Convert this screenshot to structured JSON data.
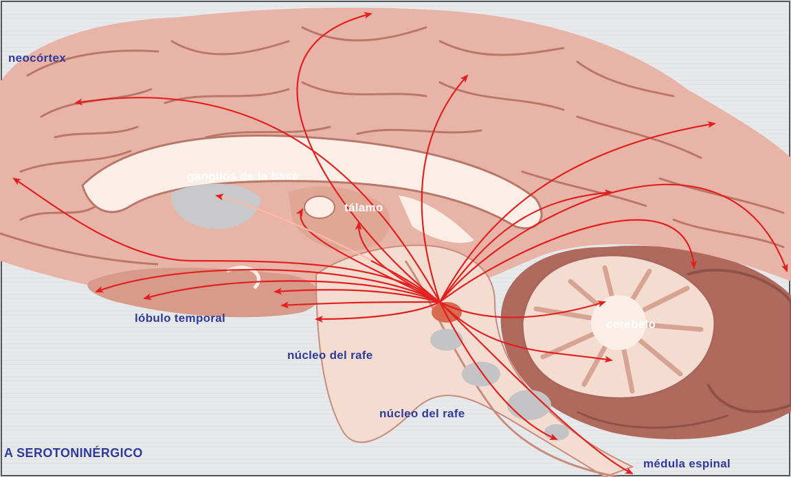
{
  "colors": {
    "background": "#e9ebec",
    "brain": "#e8b4a7",
    "brain_dark": "#b9776a",
    "pathway": "#e21f1f",
    "label": "#2f3a9c",
    "label_light": "#ffffff",
    "cerebellum": "#a8675c"
  },
  "labels": {
    "neocortex": "neocórtex",
    "basal_ganglia": "ganglios de la base",
    "thalamus": "tálamo",
    "temporal_lobe": "lóbulo temporal",
    "raphe_nucleus_upper": "núcleo del rafe",
    "raphe_nucleus_lower": "núcleo del rafe",
    "cerebellum": "cerebelo",
    "spinal_cord": "médula espinal",
    "title": "A SEROTONINÉRGICO"
  }
}
